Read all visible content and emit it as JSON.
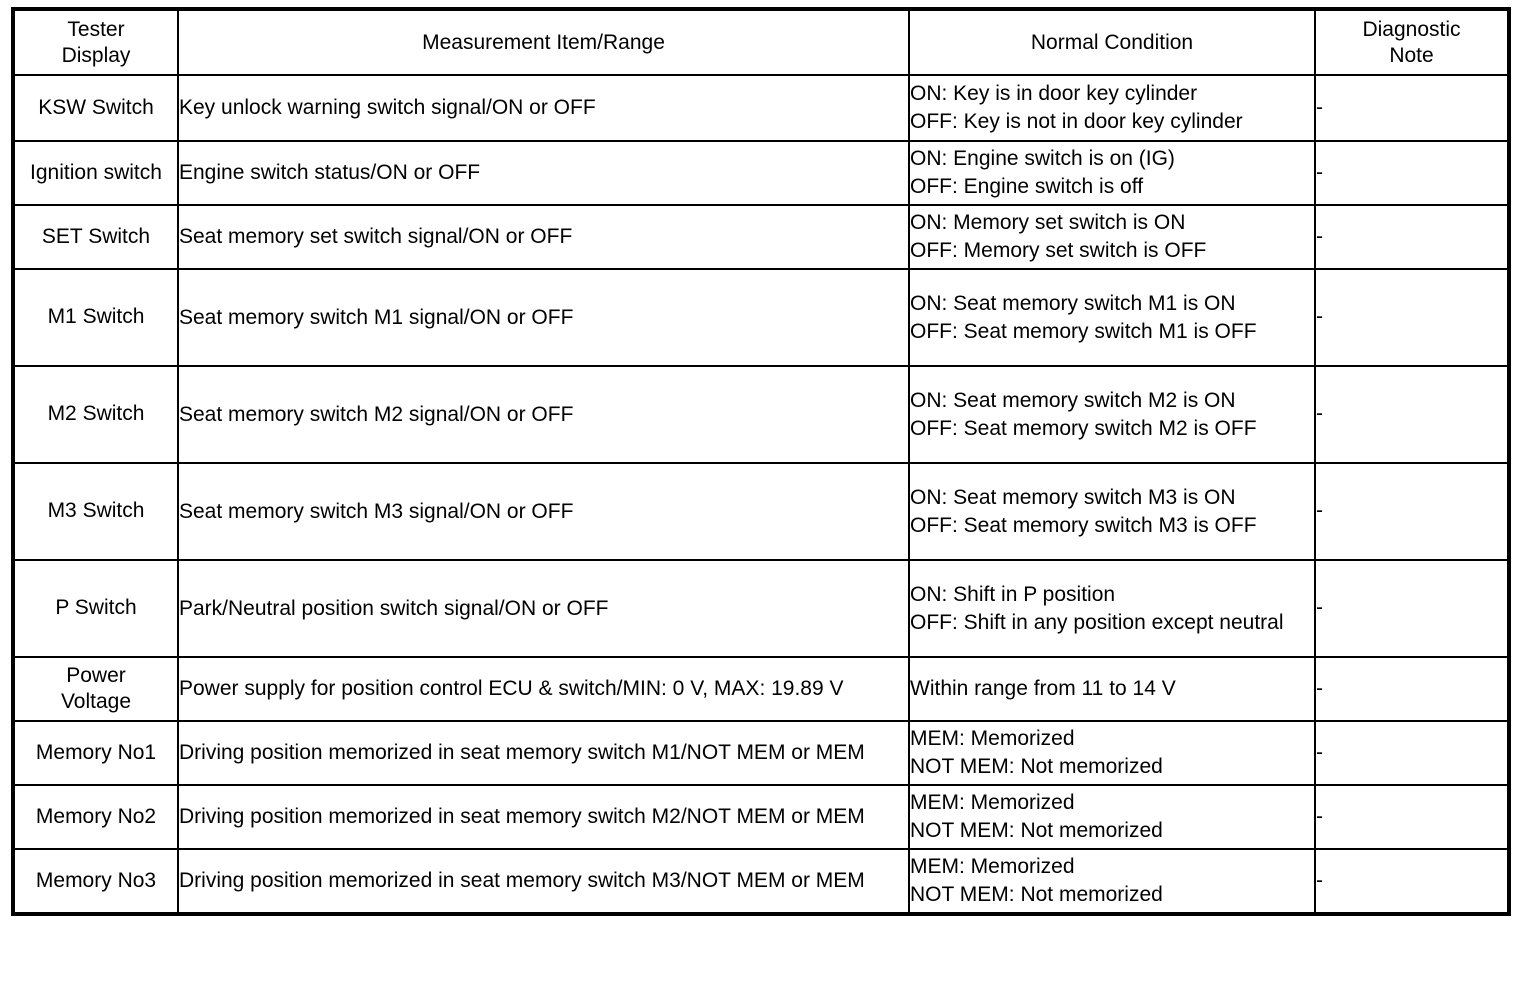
{
  "table": {
    "headers": [
      "Tester\nDisplay",
      "Measurement Item/Range",
      "Normal Condition",
      "Diagnostic\nNote"
    ],
    "rows": [
      {
        "tester_display": "KSW Switch",
        "measurement_item": "Key unlock warning switch signal/ON or OFF",
        "normal_condition": "ON: Key is in door key cylinder\nOFF: Key is not in door key cylinder",
        "diagnostic_note": "-"
      },
      {
        "tester_display": "Ignition switch",
        "measurement_item": "Engine switch status/ON or OFF",
        "normal_condition": "ON: Engine switch is on (IG)\nOFF: Engine switch is off",
        "diagnostic_note": "-"
      },
      {
        "tester_display": "SET Switch",
        "measurement_item": "Seat memory set switch signal/ON or OFF",
        "normal_condition": "ON: Memory set switch is ON\nOFF: Memory set switch is OFF",
        "diagnostic_note": "-"
      },
      {
        "tester_display": "M1 Switch",
        "measurement_item": "Seat memory switch M1 signal/ON or OFF",
        "normal_condition": "ON: Seat memory switch M1 is ON\nOFF: Seat memory switch M1 is OFF",
        "diagnostic_note": "-"
      },
      {
        "tester_display": "M2 Switch",
        "measurement_item": "Seat memory switch M2 signal/ON or OFF",
        "normal_condition": "ON: Seat memory switch M2 is ON\nOFF: Seat memory switch M2 is OFF",
        "diagnostic_note": "-"
      },
      {
        "tester_display": "M3 Switch",
        "measurement_item": "Seat memory switch M3 signal/ON or OFF",
        "normal_condition": "ON: Seat memory switch M3 is ON\nOFF: Seat memory switch M3 is OFF",
        "diagnostic_note": "-"
      },
      {
        "tester_display": "P Switch",
        "measurement_item": "Park/Neutral position switch signal/ON or OFF",
        "normal_condition": "ON: Shift in P position\nOFF: Shift in any position except neutral",
        "diagnostic_note": "-"
      },
      {
        "tester_display": "Power\nVoltage",
        "measurement_item": "Power supply for position control ECU & switch/MIN: 0 V, MAX: 19.89 V",
        "normal_condition": "Within range from 11 to 14 V",
        "diagnostic_note": "-"
      },
      {
        "tester_display": "Memory No1",
        "measurement_item": "Driving position memorized in seat memory switch M1/NOT MEM or MEM",
        "normal_condition": "MEM: Memorized\nNOT MEM: Not memorized",
        "diagnostic_note": "-"
      },
      {
        "tester_display": "Memory No2",
        "measurement_item": "Driving position memorized in seat memory switch M2/NOT MEM or MEM",
        "normal_condition": "MEM: Memorized\nNOT MEM: Not memorized",
        "diagnostic_note": "-"
      },
      {
        "tester_display": "Memory No3",
        "measurement_item": "Driving position memorized in seat memory switch M3/NOT MEM or MEM",
        "normal_condition": "MEM: Memorized\nNOT MEM: Not memorized",
        "diagnostic_note": "-"
      }
    ]
  },
  "colors": {
    "border": "#000000",
    "text": "#000000",
    "background": "#ffffff"
  }
}
